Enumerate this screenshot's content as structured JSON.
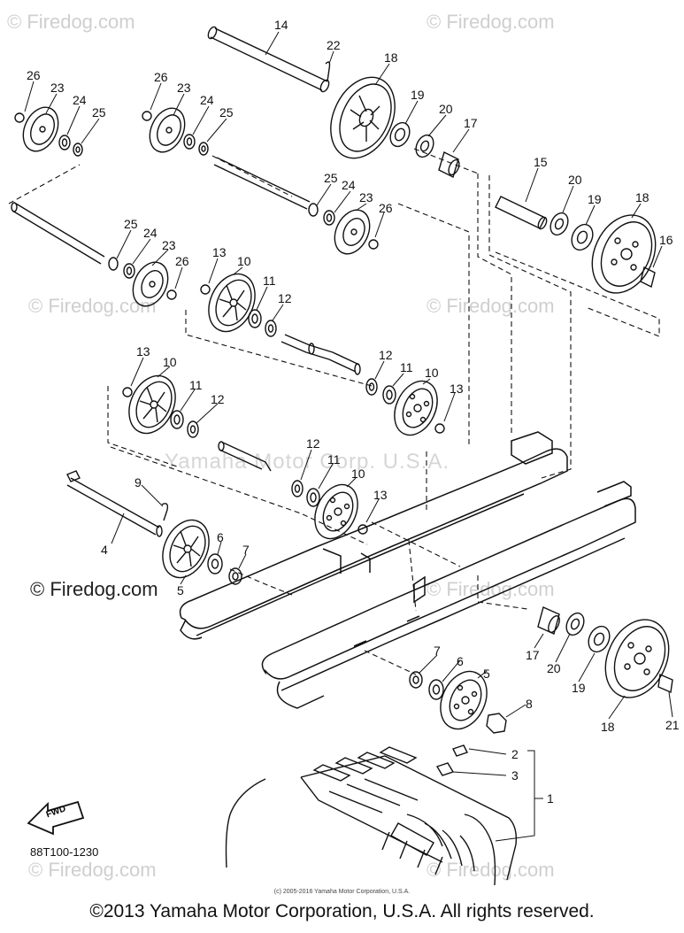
{
  "watermarks": {
    "top_left": "© Firedog.com",
    "top_right": "© Firedog.com",
    "mid_left": "© Firedog.com",
    "mid_right": "© Firedog.com",
    "center": "Yamaha Motor Corp. U.S.A.",
    "lower_left": "© Firedog.com",
    "lower_right": "© Firedog.com",
    "bottom_left": "© Firedog.com",
    "bottom_right": "© Firedog.com"
  },
  "direction_arrow": "FWD",
  "drawing_code": "88T100-1230",
  "fine_print": "(c) 2005-2016 Yamaha Motor Corporation, U.S.A.",
  "copyright": "©2013 Yamaha Motor Corporation, U.S.A. All rights reserved.",
  "callouts": {
    "c14": "14",
    "c22": "22",
    "c18a": "18",
    "c26a": "26",
    "c23a": "23",
    "c24a": "24",
    "c25a": "25",
    "c26b": "26",
    "c23b": "23",
    "c24b": "24",
    "c25b": "25",
    "c19a": "19",
    "c20a": "20",
    "c17a": "17",
    "c15": "15",
    "c20b": "20",
    "c19b": "19",
    "c18b": "18",
    "c16": "16",
    "c25c": "25",
    "c24c": "24",
    "c23c": "23",
    "c26c": "26",
    "c25d": "25",
    "c24d": "24",
    "c23d": "23",
    "c26d": "26",
    "c13a": "13",
    "c10a": "10",
    "c11a": "11",
    "c12a": "12",
    "c13b": "13",
    "c10b": "10",
    "c11b": "11",
    "c12b": "12",
    "c12c": "12",
    "c11c": "11",
    "c10c": "10",
    "c13c": "13",
    "c12d": "12",
    "c11d": "11",
    "c10d": "10",
    "c13d": "13",
    "c9": "9",
    "c4": "4",
    "c6a": "6",
    "c7a": "7",
    "c5a": "5",
    "c17b": "17",
    "c20c": "20",
    "c19c": "19",
    "c18c": "18",
    "c21": "21",
    "c7b": "7",
    "c6b": "6",
    "c5b": "5",
    "c8": "8",
    "c2": "2",
    "c3": "3",
    "c1": "1"
  }
}
